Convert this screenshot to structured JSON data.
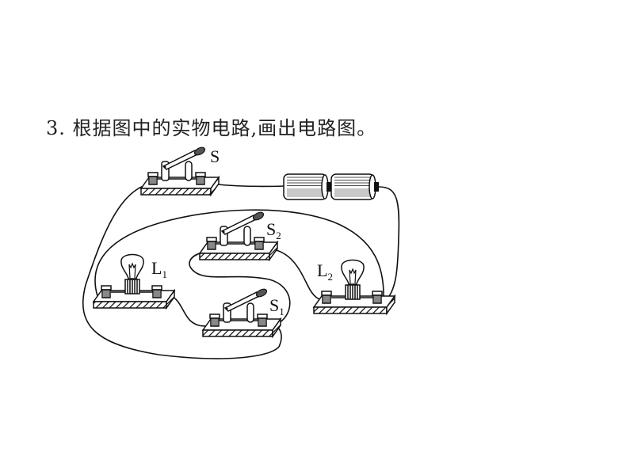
{
  "question": {
    "number": "3.",
    "text": "根据图中的实物电路,画出电路图。"
  },
  "components": {
    "switch_main": {
      "main": "S",
      "sub": ""
    },
    "switch_1": {
      "main": "S",
      "sub": "1"
    },
    "switch_2": {
      "main": "S",
      "sub": "2"
    },
    "lamp_1": {
      "main": "L",
      "sub": "1"
    },
    "lamp_2": {
      "main": "L",
      "sub": "2"
    }
  }
}
